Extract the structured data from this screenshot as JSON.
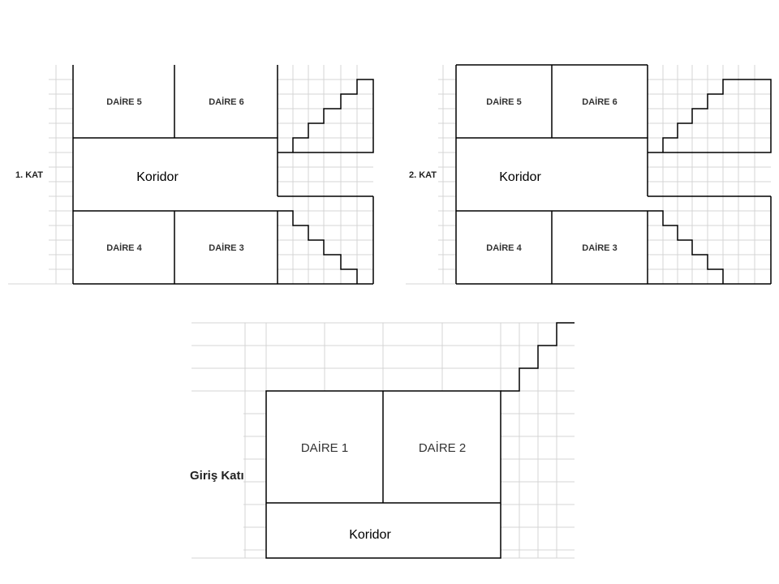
{
  "floors": {
    "first": {
      "label": "1. KAT",
      "rooms": [
        "DAİRE 5",
        "DAİRE 6",
        "DAİRE 4",
        "DAİRE 3"
      ],
      "corridor": "Koridor"
    },
    "second": {
      "label": "2. KAT",
      "rooms": [
        "DAİRE 5",
        "DAİRE 6",
        "DAİRE 4",
        "DAİRE 3"
      ],
      "corridor": "Koridor"
    },
    "ground": {
      "label": "Giriş Katı",
      "rooms": [
        "DAİRE 1",
        "DAİRE 2"
      ],
      "corridor": "Koridor"
    }
  }
}
